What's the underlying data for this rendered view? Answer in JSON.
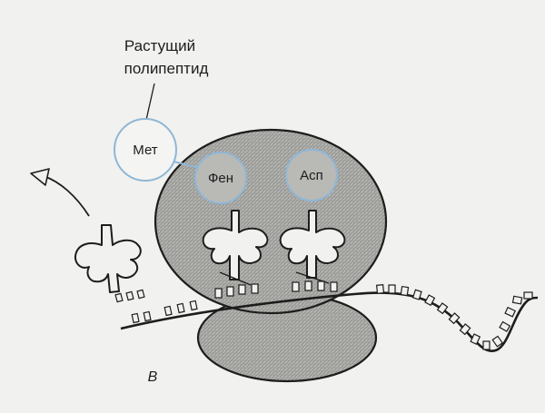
{
  "diagram": {
    "growing_polypeptide_label": [
      "Растущий",
      "полипептид"
    ],
    "amino_acids": {
      "met": "Мет",
      "phe": "Фен",
      "asp": "Асп"
    },
    "panel_letter": "В",
    "colors": {
      "background": "#f1f1ef",
      "ink": "#1d1d1d",
      "ribosome_fill": "#a9a9a7",
      "amino_acid_outline": "#8fb7d6"
    }
  }
}
